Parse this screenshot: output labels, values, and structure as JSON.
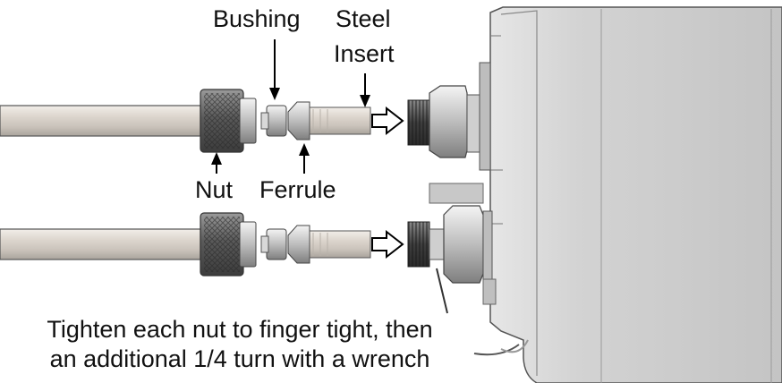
{
  "labels": {
    "bushing": "Bushing",
    "steel_insert_line1": "Steel",
    "steel_insert_line2": "Insert",
    "nut": "Nut",
    "ferrule": "Ferrule"
  },
  "instruction": {
    "line1": "Tighten each nut to finger tight, then",
    "line2": "an additional 1/4 turn with a wrench"
  },
  "colors": {
    "tubing": "#d8d2ca",
    "metal_dark": "#6a6a6a",
    "metal_light": "#dcdcdc",
    "housing": "#d6d6d6",
    "arrow": "#000000"
  }
}
